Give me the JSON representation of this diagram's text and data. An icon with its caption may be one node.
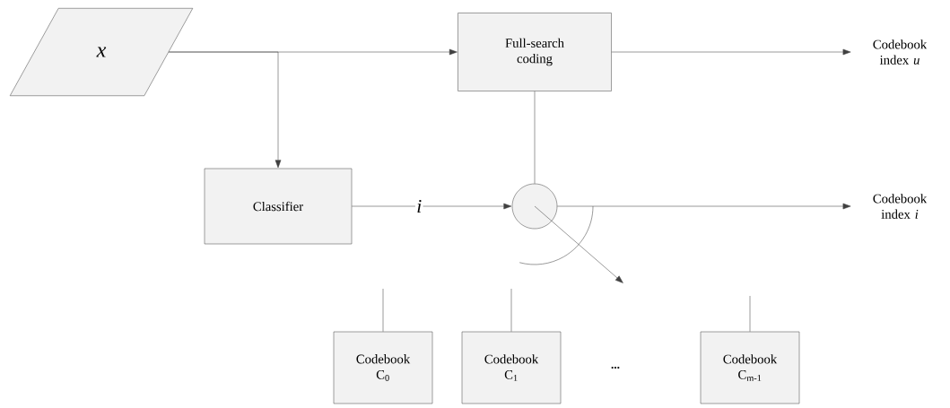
{
  "diagram": {
    "nodes": [
      {
        "text": [
          "x"
        ]
      },
      {
        "text": [
          "Full-search coding"
        ]
      },
      {
        "text": [
          "Codebook index *u*"
        ]
      },
      {
        "text": [
          "Classifier"
        ]
      },
      {
        "text": [],
        "shape": "circle"
      },
      {
        "text": [
          "Codebook index *i*"
        ]
      },
      {
        "text": [
          "Codebook C$_{0}$"
        ]
      },
      {
        "text": [
          "Codebook C$_{1}$"
        ]
      },
      {
        "text": [
          "Codebook C$_{m-1}$"
        ]
      }
    ],
    "edges": [
      {
        "from": 0,
        "to": 1,
        "arrow": "to"
      },
      {
        "from": 0,
        "to": 3,
        "arrow": "to"
      },
      {
        "from": 1,
        "to": 2,
        "arrow": "to"
      },
      {
        "from": 1,
        "to": 4,
        "arrow": "none"
      },
      {
        "from": 3,
        "to": 4,
        "arrow": "to",
        "label": "i"
      },
      {
        "from": 4,
        "to": 5,
        "arrow": "to"
      },
      {
        "from": 4,
        "to": null,
        "arrow": "to"
      },
      {
        "from": 6,
        "to": null,
        "arrow": "none"
      },
      {
        "from": 7,
        "to": null,
        "arrow": "none"
      },
      {
        "from": 8,
        "to": null,
        "arrow": "none"
      }
    ],
    "labels": [
      "..."
    ]
  }
}
